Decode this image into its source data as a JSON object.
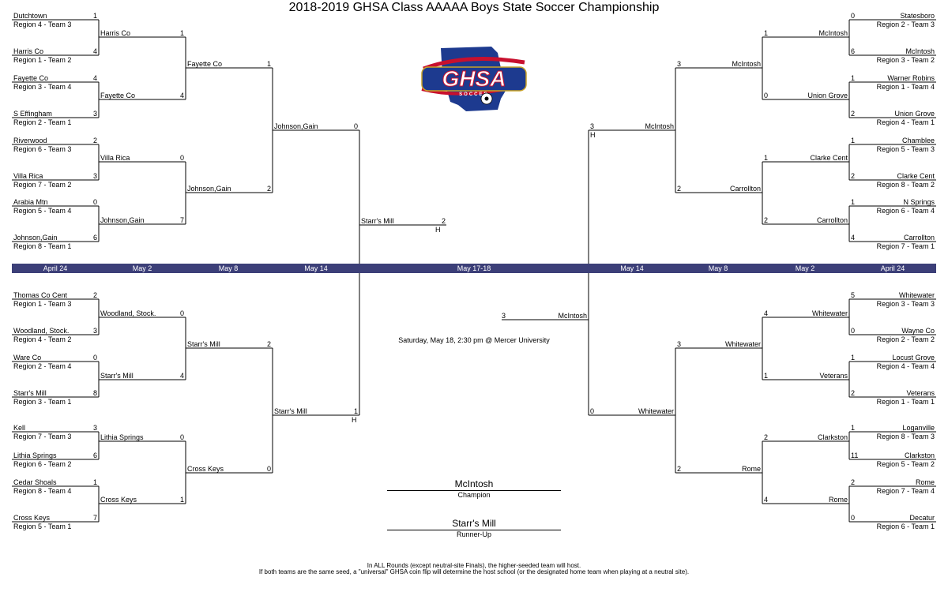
{
  "title": "2018-2019 GHSA Class AAAAA Boys State Soccer Championship",
  "logo": {
    "text": "GHSA",
    "subtext": "SOCCER",
    "colors": {
      "navy": "#1d3a8f",
      "red": "#c8102e",
      "gold": "#c9a227"
    }
  },
  "colors": {
    "band": "#3c3f78",
    "band_text": "#ffffff"
  },
  "dates": [
    "April 24",
    "May 2",
    "May 8",
    "May 14",
    "May 17-18",
    "May 14",
    "May 8",
    "May 2",
    "April 24"
  ],
  "game_info": "Saturday, May 18, 2:30 pm @ Mercer University",
  "champion": {
    "name": "McIntosh",
    "label": "Champion"
  },
  "runner_up": {
    "name": "Starr's Mill",
    "label": "Runner-Up"
  },
  "notes": [
    "In ALL Rounds (except neutral-site Finals), the higher-seeded team will host.",
    "If both teams are the same seed, a \"universal\" GHSA coin flip will determine the host school (or the designated home team when playing at a neutral site)."
  ],
  "host_marker": "H",
  "r1": [
    {
      "name": "Dutchtown",
      "score": "1",
      "region": "Region 4 - Team 3"
    },
    {
      "name": "Harris Co",
      "score": "4",
      "region": "Region 1 - Team 2"
    },
    {
      "name": "Fayette Co",
      "score": "4",
      "region": "Region 3 - Team 4"
    },
    {
      "name": "S Effingham",
      "score": "3",
      "region": "Region 2 - Team 1"
    },
    {
      "name": "Riverwood",
      "score": "2",
      "region": "Region 6 - Team 3"
    },
    {
      "name": "Villa Rica",
      "score": "3",
      "region": "Region 7 - Team 2"
    },
    {
      "name": "Arabia Mtn",
      "score": "0",
      "region": "Region 5 - Team 4"
    },
    {
      "name": "Johnson,Gain",
      "score": "6",
      "region": "Region 8 - Team 1"
    },
    {
      "name": "Thomas Co Cent",
      "score": "2",
      "region": "Region 1 - Team 3"
    },
    {
      "name": "Woodland, Stock.",
      "score": "3",
      "region": "Region 4 - Team 2"
    },
    {
      "name": "Ware Co",
      "score": "0",
      "region": "Region 2 - Team 4"
    },
    {
      "name": "Starr's Mill",
      "score": "8",
      "region": "Region 3 - Team 1"
    },
    {
      "name": "Kell",
      "score": "3",
      "region": "Region 7 - Team 3"
    },
    {
      "name": "Lithia Springs",
      "score": "6",
      "region": "Region 6 - Team 2"
    },
    {
      "name": "Cedar Shoals",
      "score": "1",
      "region": "Region 8 - Team 4"
    },
    {
      "name": "Cross Keys",
      "score": "7",
      "region": "Region 5 - Team 1"
    }
  ],
  "r2": [
    {
      "name": "Harris Co",
      "score": "1"
    },
    {
      "name": "Fayette Co",
      "score": "4"
    },
    {
      "name": "Villa Rica",
      "score": "0"
    },
    {
      "name": "Johnson,Gain",
      "score": "7"
    },
    {
      "name": "Woodland, Stock.",
      "score": "0"
    },
    {
      "name": "Starr's Mill",
      "score": "4"
    },
    {
      "name": "Lithia Springs",
      "score": "0"
    },
    {
      "name": "Cross Keys",
      "score": "1"
    }
  ],
  "r3": [
    {
      "name": "Fayette Co",
      "score": "1"
    },
    {
      "name": "Johnson,Gain",
      "score": "2"
    },
    {
      "name": "Starr's Mill",
      "score": "2"
    },
    {
      "name": "Cross Keys",
      "score": "0"
    }
  ],
  "r4": [
    {
      "name": "Johnson,Gain",
      "score": "0"
    },
    {
      "name": "Starr's Mill",
      "score": "1"
    }
  ],
  "final_left": {
    "name": "Starr's Mill",
    "score": "2"
  },
  "final_right": {
    "name": "McIntosh",
    "score": "3"
  },
  "rr1": [
    {
      "name": "Statesboro",
      "score": "0",
      "region": "Region 2 - Team 3"
    },
    {
      "name": "McIntosh",
      "score": "6",
      "region": "Region 3 - Team 2"
    },
    {
      "name": "Warner Robins",
      "score": "1",
      "region": "Region 1 - Team 4"
    },
    {
      "name": "Union Grove",
      "score": "2",
      "region": "Region 4 - Team 1"
    },
    {
      "name": "Chamblee",
      "score": "1",
      "region": "Region 5 - Team 3"
    },
    {
      "name": "Clarke Cent",
      "score": "2",
      "region": "Region 8 - Team 2"
    },
    {
      "name": "N Springs",
      "score": "1",
      "region": "Region 6 - Team 4"
    },
    {
      "name": "Carrollton",
      "score": "4",
      "region": "Region 7 - Team 1"
    },
    {
      "name": "Whitewater",
      "score": "5",
      "region": "Region 3 - Team 3"
    },
    {
      "name": "Wayne Co",
      "score": "0",
      "region": "Region 2 - Team 2"
    },
    {
      "name": "Locust Grove",
      "score": "1",
      "region": "Region 4 - Team 4"
    },
    {
      "name": "Veterans",
      "score": "2",
      "region": "Region 1 - Team 1"
    },
    {
      "name": "Loganville",
      "score": "1",
      "region": "Region 8 - Team 3"
    },
    {
      "name": "Clarkston",
      "score": "11",
      "region": "Region 5 - Team 2"
    },
    {
      "name": "Rome",
      "score": "2",
      "region": "Region 7 - Team 4"
    },
    {
      "name": "Decatur",
      "score": "0",
      "region": "Region 6 - Team 1"
    }
  ],
  "rr2": [
    {
      "name": "McIntosh",
      "score": "1"
    },
    {
      "name": "Union Grove",
      "score": "0"
    },
    {
      "name": "Clarke Cent",
      "score": "1"
    },
    {
      "name": "Carrollton",
      "score": "2"
    },
    {
      "name": "Whitewater",
      "score": "4"
    },
    {
      "name": "Veterans",
      "score": "1"
    },
    {
      "name": "Clarkston",
      "score": "2"
    },
    {
      "name": "Rome",
      "score": "4"
    }
  ],
  "rr3": [
    {
      "name": "McIntosh",
      "score": "3"
    },
    {
      "name": "Carrollton",
      "score": "2"
    },
    {
      "name": "Whitewater",
      "score": "3"
    },
    {
      "name": "Rome",
      "score": "2"
    }
  ],
  "rr4": [
    {
      "name": "McIntosh",
      "score": "3"
    },
    {
      "name": "Whitewater",
      "score": "0"
    }
  ]
}
